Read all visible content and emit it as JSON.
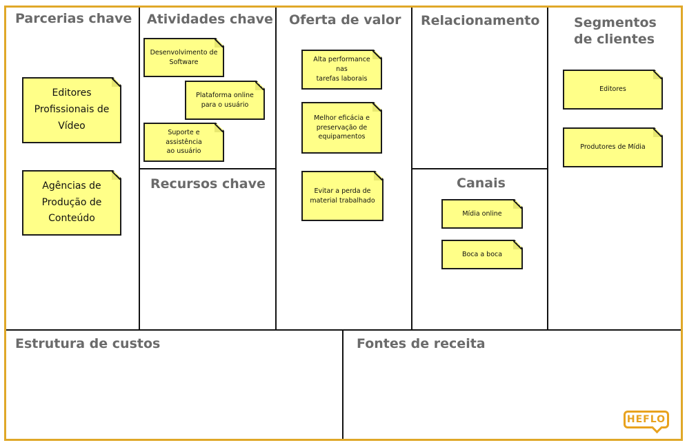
{
  "sections": {
    "parcerias": "Parcerias chave",
    "atividades": "Atividades chave",
    "oferta": "Oferta de valor",
    "relacionamento": "Relacionamento",
    "segmentos_l1": "Segmentos",
    "segmentos_l2": "de clientes",
    "recursos": "Recursos chave",
    "canais": "Canais",
    "custos": "Estrutura de custos",
    "receita": "Fontes de receita"
  },
  "notes": {
    "parcerias": [
      [
        "Editores",
        "Profissionais de",
        "Vídeo"
      ],
      [
        "Agências de",
        "Produção de",
        "Conteúdo"
      ]
    ],
    "atividades": [
      [
        "Desenvolvimento de",
        "Software"
      ],
      [
        "Plataforma online",
        "para o usuário"
      ],
      [
        "Suporte e assistência",
        "ao usuário"
      ]
    ],
    "oferta": [
      [
        "Alta performance nas",
        "tarefas laborais"
      ],
      [
        "Melhor eficácia e",
        "preservação de",
        "equipamentos"
      ],
      [
        "Evitar a perda de",
        "material trabalhado"
      ]
    ],
    "canais": [
      [
        "Mídia online"
      ],
      [
        "Boca a boca"
      ]
    ],
    "segmentos": [
      [
        "Editores"
      ],
      [
        "Produtores de Mídia"
      ]
    ]
  },
  "logo": "HEFLO",
  "colors": {
    "border": "#e0a828",
    "note": "#ffff88",
    "header_text": "#6a6a6a",
    "logo": "#e8a21e"
  }
}
